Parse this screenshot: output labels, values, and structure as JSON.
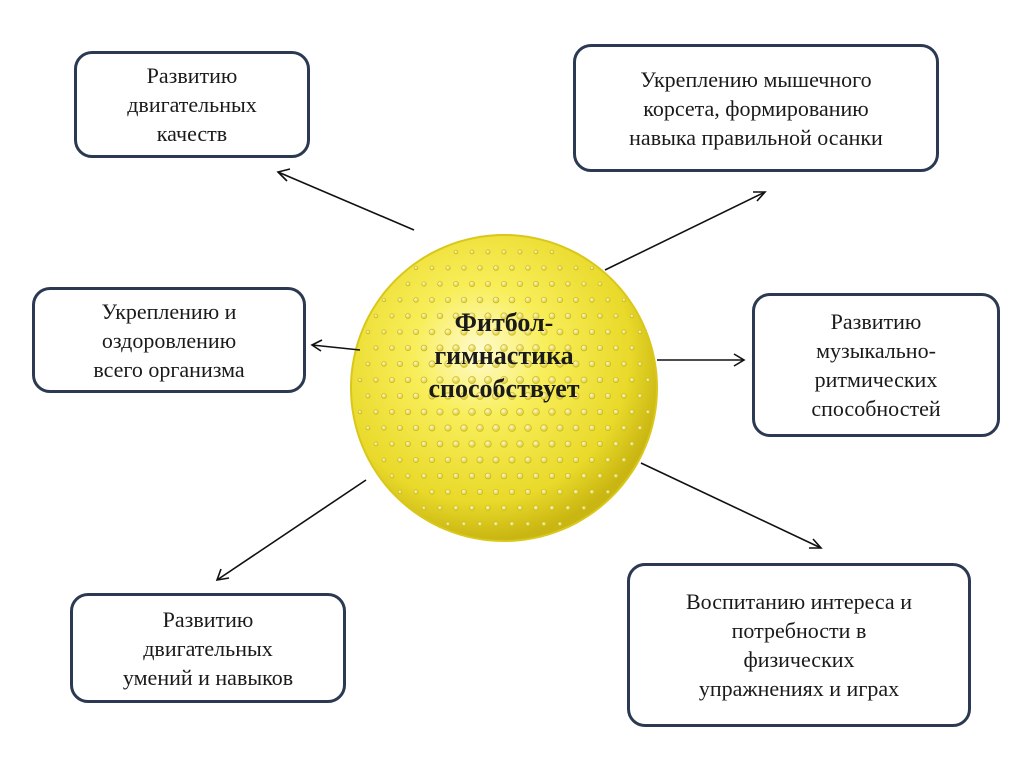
{
  "center": {
    "label": "Фитбол-\nгимнастика\nспособствует",
    "ball_color": "#f2e435"
  },
  "nodes": [
    {
      "id": "motor-qualities",
      "text": "Развитию\nдвигательных\nкачеств"
    },
    {
      "id": "muscle-corset",
      "text": "Укреплению мышечного\nкорсета, формированию\nнавыка правильной осанки"
    },
    {
      "id": "health",
      "text": "Укреплению и\nоздоровлению\nвсего организма"
    },
    {
      "id": "musical-rhythm",
      "text": "Развитию\nмузыкально-\nритмических\nспособностей"
    },
    {
      "id": "motor-skills",
      "text": "Развитию\nдвигательных\nумений и навыков"
    },
    {
      "id": "interest",
      "text": "Воспитанию интереса и\nпотребности в\nфизических\nупражнениях и играх"
    }
  ],
  "colors": {
    "box_border": "#2b3a52",
    "arrow": "#111111"
  }
}
